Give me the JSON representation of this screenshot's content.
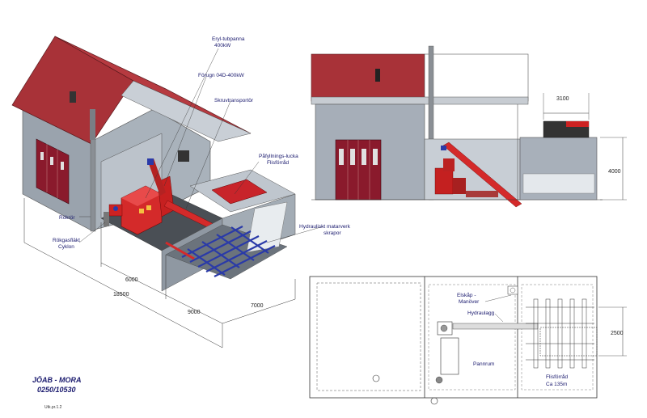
{
  "labels": {
    "eryl": "Eryl-tubpanna",
    "eryl_kw": "400kW",
    "forugn": "Förugn 04D-400kW",
    "skruv": "Skruvtransportör",
    "pafyll": "Påfyllnings-lucka",
    "flisforad_top": "Flisförråd",
    "rokror": "Rökrör",
    "rokgas": "Rökgasfläkt",
    "cyklon": "Cyklon",
    "hydraul_skrapor": "Hydrauliskt matarverk",
    "skrapor": "skrapor",
    "elskap": "Elskåp -",
    "manover": "Manöver",
    "hydraulagg": "Hydraulagg",
    "pannrum": "Pannrum",
    "flisforad_plan": "Flisförråd",
    "ca": "Ca 135m"
  },
  "dimensions": {
    "d6000": "6000",
    "d18500": "18500",
    "d9000": "9000",
    "d7000": "7000",
    "d3100": "3100",
    "d4000": "4000",
    "d2500": "2500"
  },
  "titleblock": {
    "company": "JÖAB - MORA",
    "number": "0250/10530",
    "note": "Utk.pr.1.2"
  },
  "colors": {
    "roof": "#a83238",
    "wall": "#9ea7b1",
    "door": "#8a1a2c",
    "equipment": "#d42a2a",
    "conveyor": "#2a3aa8"
  }
}
